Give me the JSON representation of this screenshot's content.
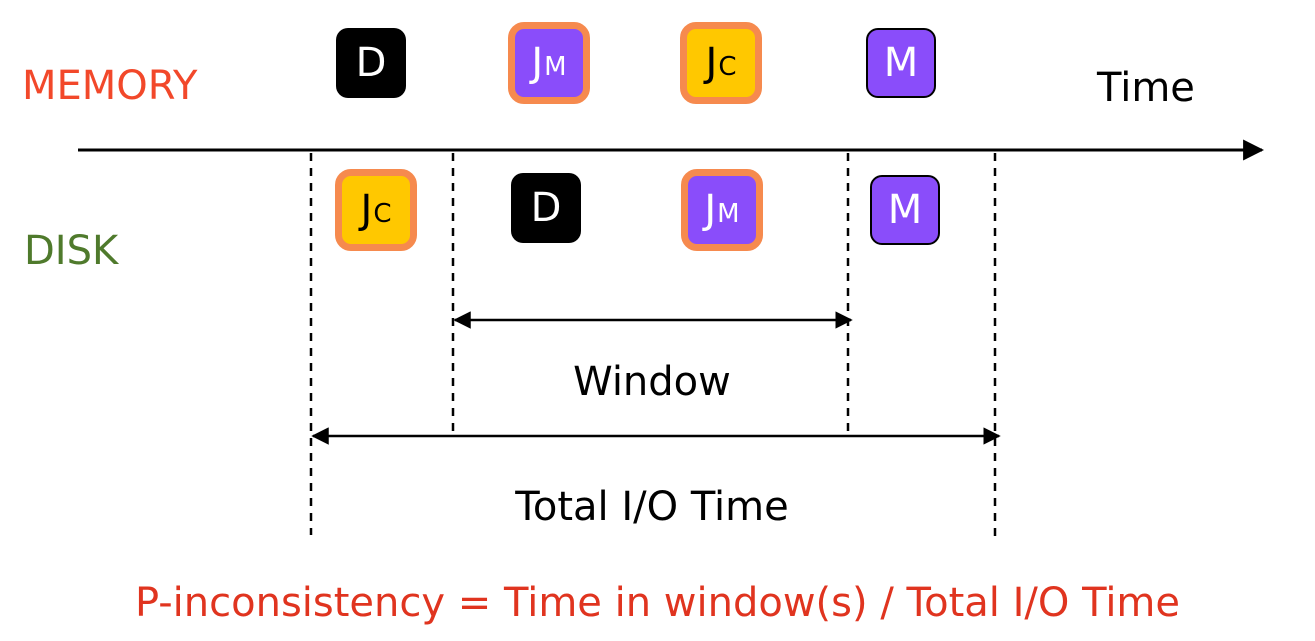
{
  "rows": {
    "memory": {
      "label": "MEMORY",
      "color": "#f2482a"
    },
    "disk": {
      "label": "DISK",
      "color": "#4f7a2c"
    }
  },
  "axis": {
    "label": "Time"
  },
  "blocks": {
    "data": {
      "text": "D",
      "fill": "#000000",
      "text_color": "#ffffff"
    },
    "journal_metadata": {
      "text": "J",
      "sub": "M",
      "fill": "#8a4dfa",
      "border": "#f68a4e",
      "text_color": "#ffffff"
    },
    "journal_commit": {
      "text": "J",
      "sub": "C",
      "fill": "#ffc800",
      "border": "#f68a4e",
      "text_color": "#000000"
    },
    "metadata": {
      "text": "M",
      "fill": "#8a4dfa",
      "border": "#000000",
      "text_color": "#ffffff"
    }
  },
  "spans": {
    "window": "Window",
    "total": "Total I/O Time"
  },
  "formula": {
    "text": "P-inconsistency =  Time in window(s) / Total I/O Time",
    "color": "#e0341f"
  }
}
